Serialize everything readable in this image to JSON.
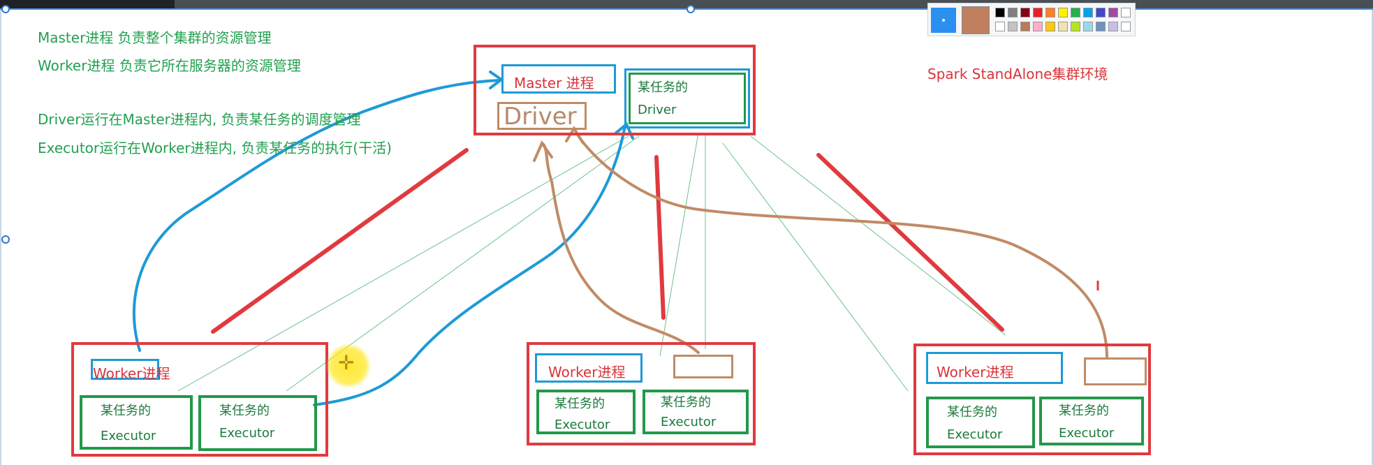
{
  "title": "Spark StandAlone集群环境",
  "notes": [
    "Master进程 负责整个集群的资源管理",
    "Worker进程 负责它所在服务器的资源管理",
    "Driver运行在Master进程内, 负责某任务的调度管理",
    "Executor运行在Worker进程内, 负责某任务的执行(干活)"
  ],
  "master": {
    "label": "Master 进程",
    "driver_big": "Driver",
    "task_driver_line1": "某任务的",
    "task_driver_line2": "Driver"
  },
  "workers": [
    {
      "label": "Worker进程",
      "executors": [
        {
          "line1": "某任务的",
          "line2": "Executor"
        },
        {
          "line1": "某任务的",
          "line2": "Executor"
        }
      ]
    },
    {
      "label": "Worker进程",
      "executors": [
        {
          "line1": "某任务的",
          "line2": "Executor"
        },
        {
          "line1": "某任务的",
          "line2": "Executor"
        }
      ]
    },
    {
      "label": "Worker进程",
      "executors": [
        {
          "line1": "某任务的",
          "line2": "Executor"
        },
        {
          "line1": "某任务的",
          "line2": "Executor"
        }
      ]
    }
  ],
  "palette": {
    "current_color": "#c08060",
    "swatches_row1": [
      "#000000",
      "#7f7f7f",
      "#880015",
      "#ed1c24",
      "#ff7f27",
      "#fff200",
      "#22b14c",
      "#00a2e8",
      "#3f48cc",
      "#a349a4",
      "#ffffff"
    ],
    "swatches_row2": [
      "#ffffff",
      "#c3c3c3",
      "#b97a57",
      "#ffaec9",
      "#ffc90e",
      "#efe4b0",
      "#b5e61d",
      "#99d9ea",
      "#7092be",
      "#c8bfe7",
      "#ffffff"
    ]
  },
  "colors": {
    "red": "#e03a3f",
    "blue": "#1e9ad6",
    "green": "#22984a",
    "brown": "#c08b66"
  }
}
